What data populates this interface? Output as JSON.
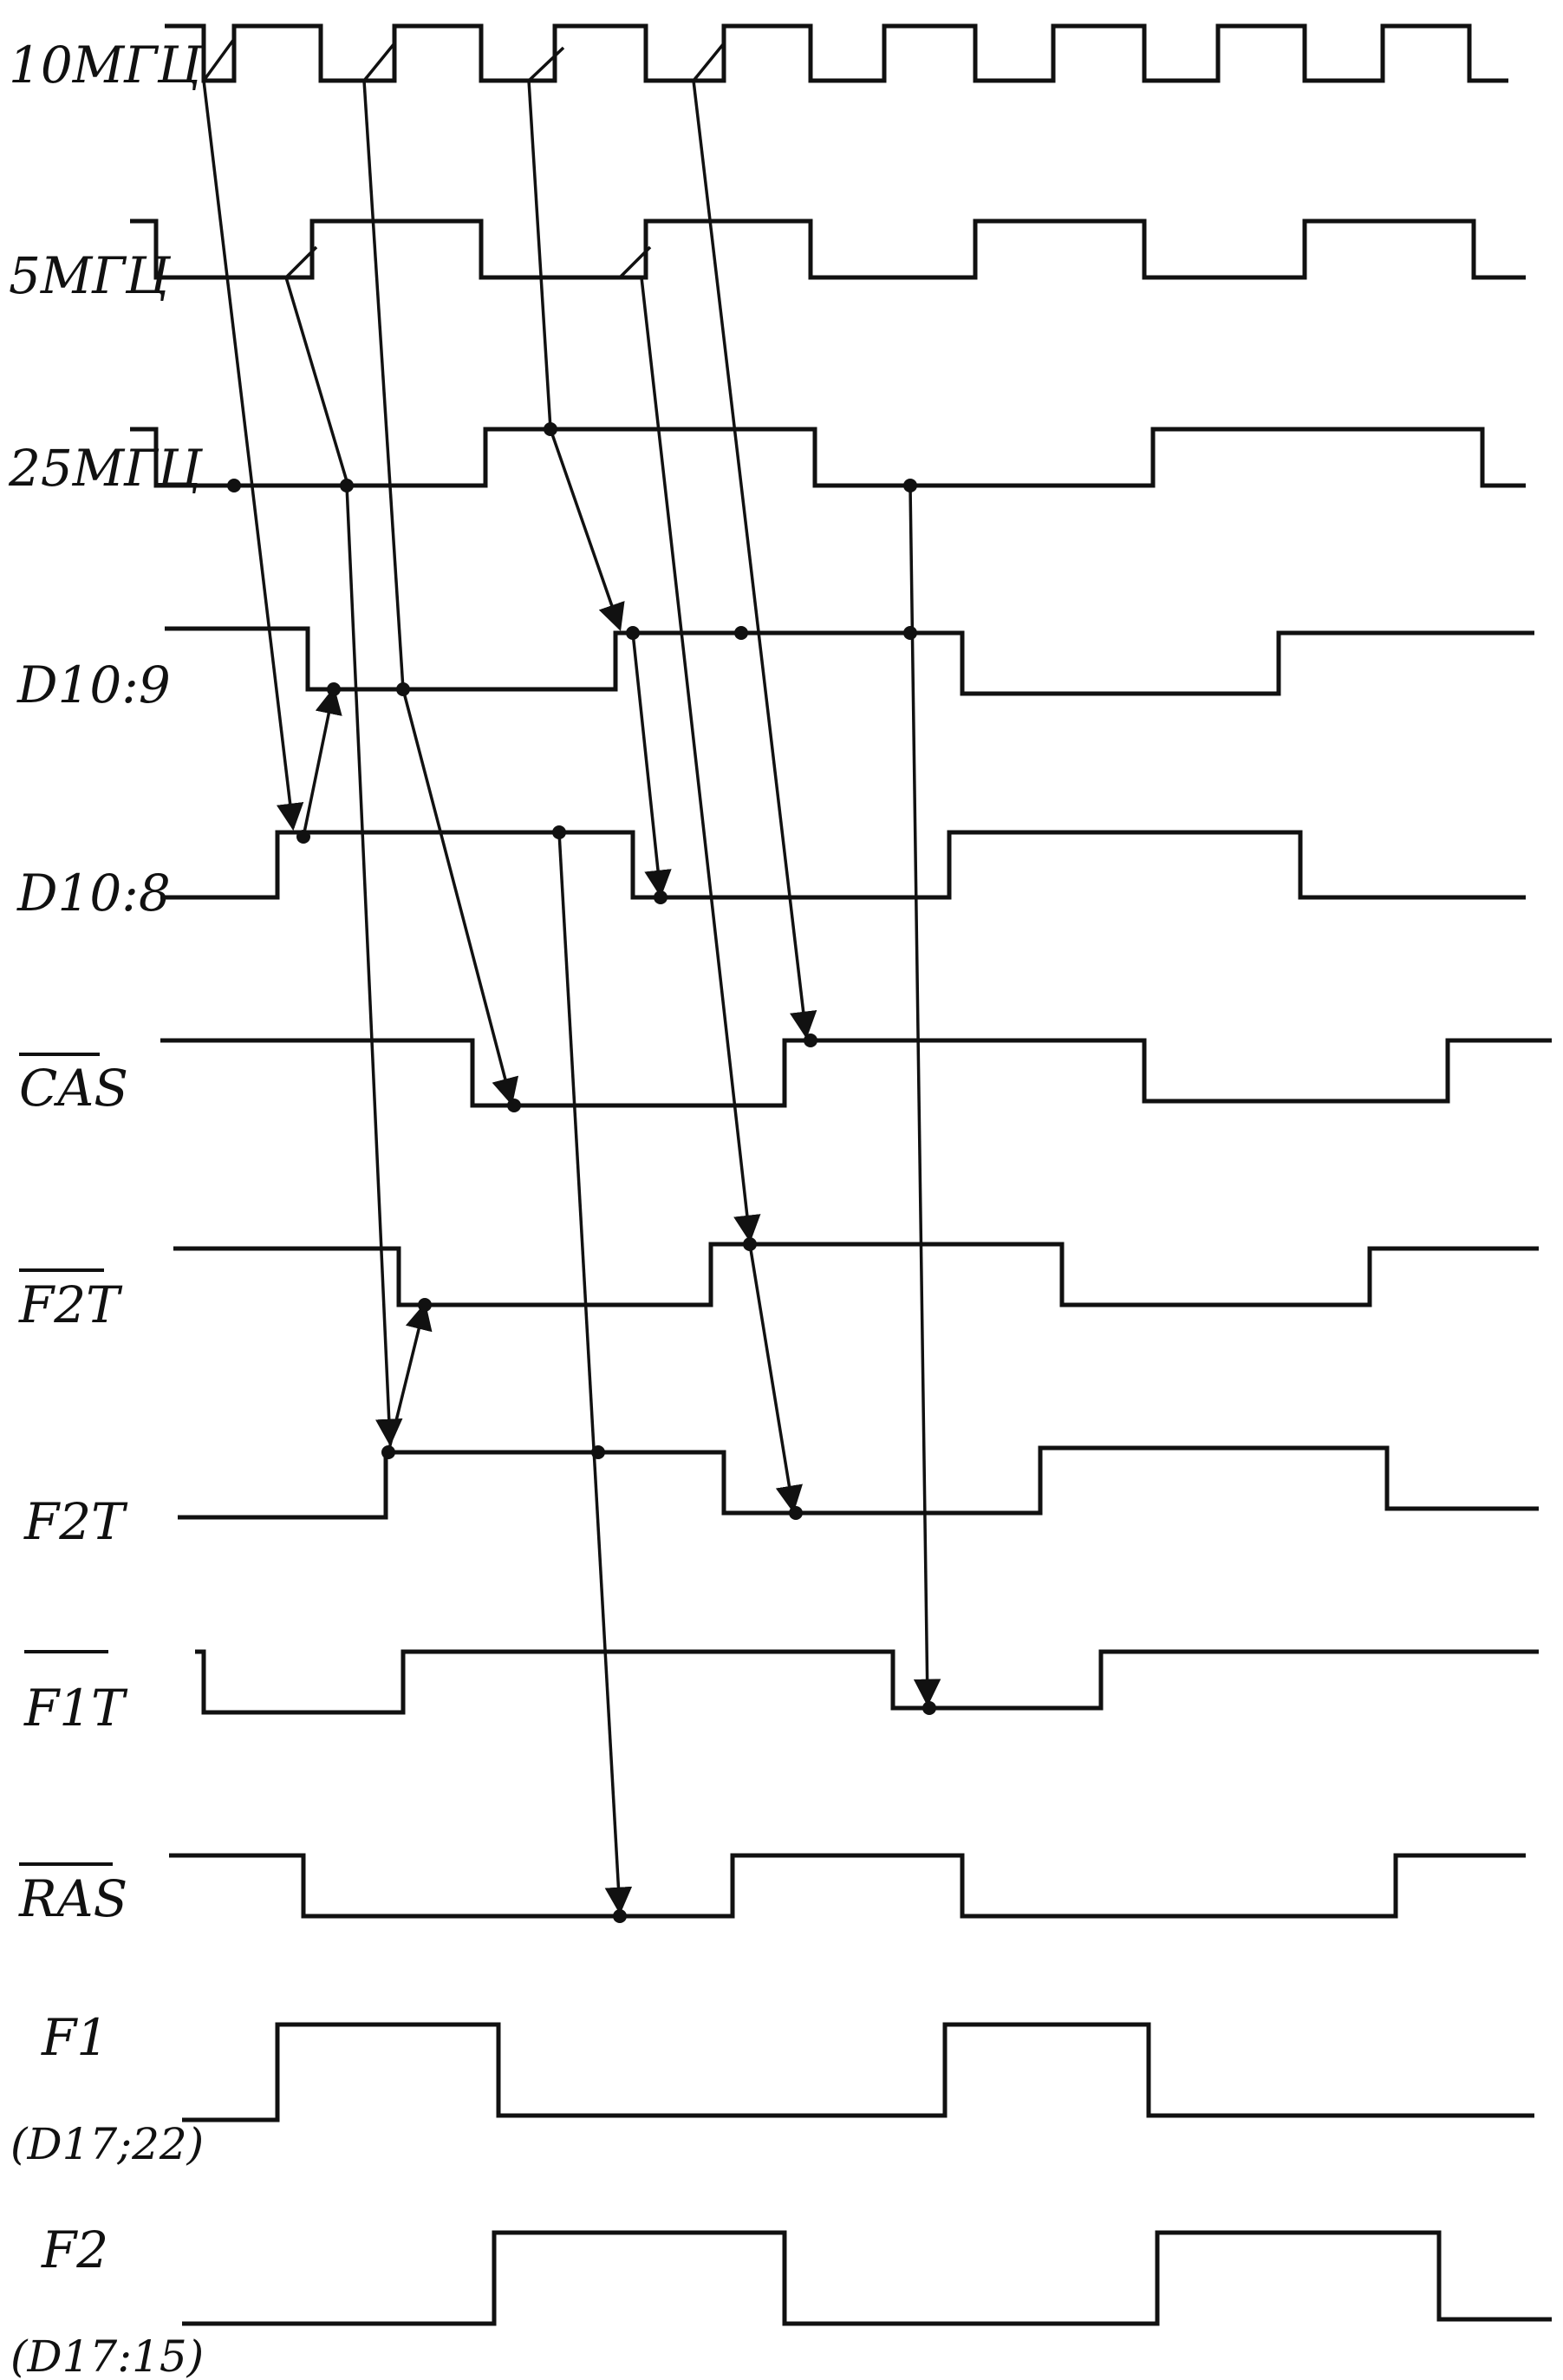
{
  "diagram": {
    "signals": [
      {
        "name": "10МГЦ",
        "sub": "",
        "overline": false
      },
      {
        "name": "5МГЦ",
        "sub": "",
        "overline": false
      },
      {
        "name": "25МГЦ",
        "sub": "",
        "overline": false
      },
      {
        "name": "D10:9",
        "sub": "",
        "overline": false
      },
      {
        "name": "D10:8",
        "sub": "",
        "overline": false
      },
      {
        "name": "CAS",
        "sub": "",
        "overline": true
      },
      {
        "name": "F2T",
        "sub": "",
        "overline": true
      },
      {
        "name": "F2T",
        "sub": "",
        "overline": false
      },
      {
        "name": "F1T",
        "sub": "",
        "overline": true
      },
      {
        "name": "RAS",
        "sub": "",
        "overline": true
      },
      {
        "name": "F1",
        "sub": "(D17;22)",
        "overline": false
      },
      {
        "name": "F2",
        "sub": "(D17:15)",
        "overline": false
      }
    ]
  }
}
